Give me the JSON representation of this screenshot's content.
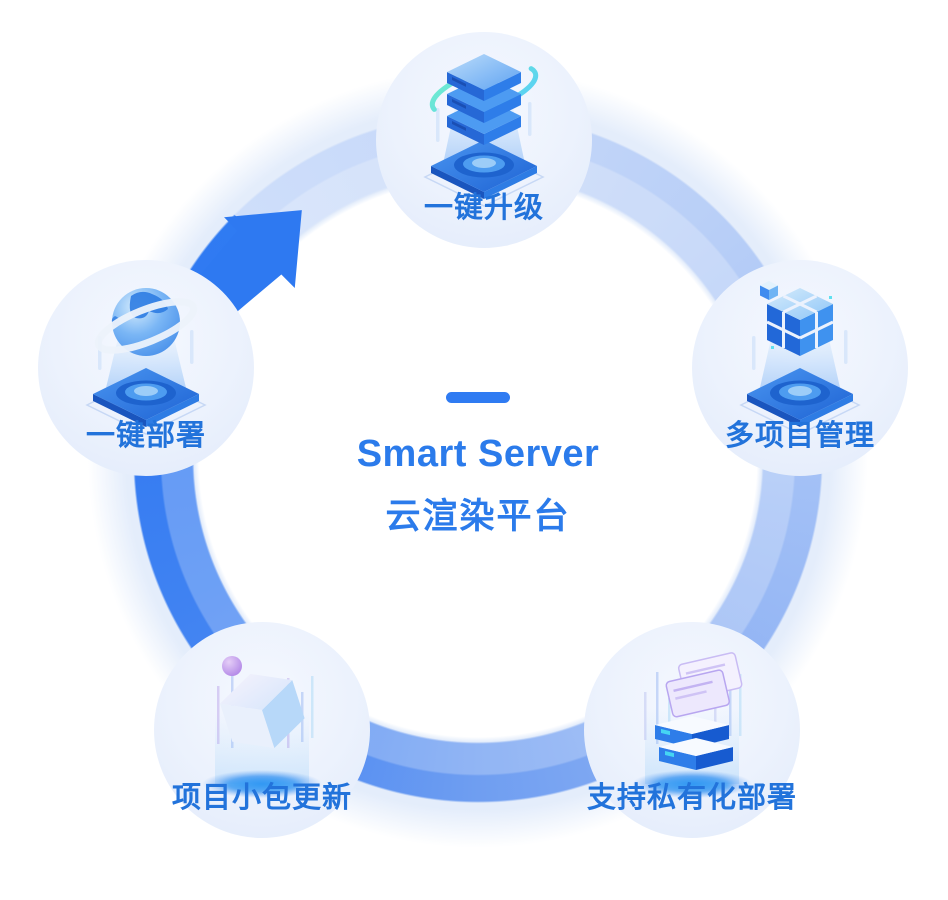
{
  "center": {
    "title_en": "Smart Server",
    "title_zh": "云渲染平台"
  },
  "nodes": [
    {
      "id": "upgrade",
      "label": "一键升级",
      "icon": "stacked-servers-upgrade-icon"
    },
    {
      "id": "multi-project",
      "label": "多项目管理",
      "icon": "cube-cluster-icon"
    },
    {
      "id": "private-deploy",
      "label": "支持私有化部署",
      "icon": "server-slabs-screens-icon"
    },
    {
      "id": "package-update",
      "label": "项目小包更新",
      "icon": "floating-cube-icon"
    },
    {
      "id": "deploy",
      "label": "一键部署",
      "icon": "globe-orbit-icon"
    }
  ],
  "ring": {
    "direction": "clockwise",
    "arrow_color": "#2F7BF2",
    "tail_strong_color": "#3179F2",
    "tail_faint_color": "#CEDEFA",
    "pale_ring_color": "#E4EDFB"
  },
  "colors": {
    "accent": "#2F7BF2",
    "title_text": "#2B7BEB",
    "label_text": "#2273DB",
    "node_background": "#ECF2FD",
    "teal_accent": "#55E8C6",
    "purple_accent": "#B48BE8"
  }
}
